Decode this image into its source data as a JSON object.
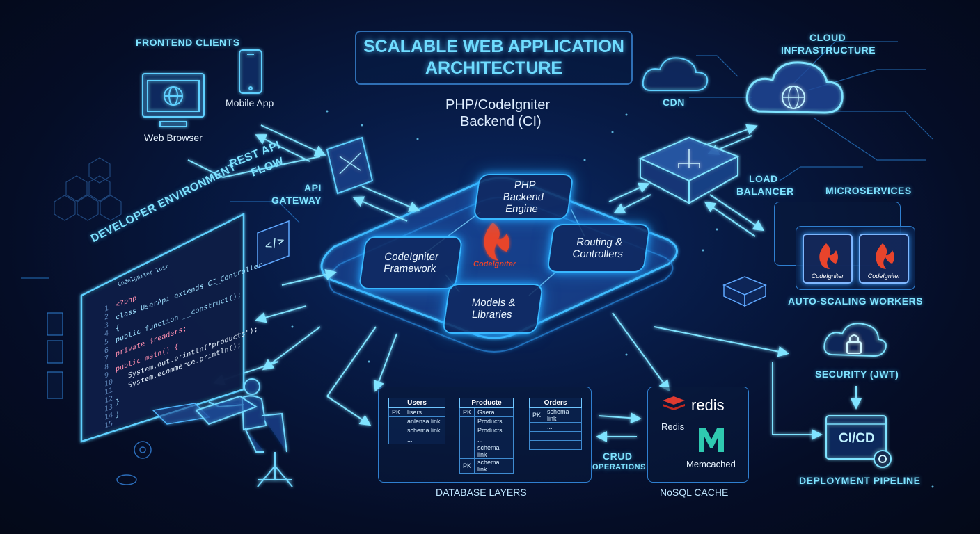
{
  "title": {
    "line1": "SCALABLE WEB APPLICATION",
    "line2": "ARCHITECTURE"
  },
  "subtitle": {
    "line1": "PHP/CodeIgniter",
    "line2": "Backend (CI)"
  },
  "frontend": {
    "header": "FRONTEND CLIENTS",
    "web_browser": "Web Browser",
    "mobile_app": "Mobile App"
  },
  "rest_api": {
    "line1": "REST API",
    "line2": "FLOW"
  },
  "api_gateway": {
    "line1": "API",
    "line2": "GATEWAY"
  },
  "core": {
    "php_engine": {
      "line1": "PHP",
      "line2": "Backend",
      "line3": "Engine"
    },
    "framework": {
      "line1": "CodeIgniter",
      "line2": "Framework"
    },
    "routing": {
      "line1": "Routing &",
      "line2": "Controllers"
    },
    "models": {
      "line1": "Models &",
      "line2": "Libraries"
    },
    "logo_text": "CodeIgniter"
  },
  "cloud": {
    "line1": "CLOUD",
    "line2": "INFRASTRUCTURE",
    "cdn": "CDN"
  },
  "load_balancer": {
    "line1": "LOAD",
    "line2": "BALANCER"
  },
  "microservices": {
    "header": "MICROSERVICES",
    "tile_label": "CodeIgniter",
    "footer": "AUTO-SCALING WORKERS"
  },
  "security": "SECURITY (JWT)",
  "cicd": {
    "label": "CI/CD",
    "footer": "DEPLOYMENT PIPELINE"
  },
  "developer": {
    "header": "DEVELOPER ENVIRONMENT",
    "tab": "CodeIgniter Init",
    "code_lines": [
      "<?php",
      "class UserApi extends CI_Controller",
      "{",
      "  public function __construct();",
      "  private $readers;",
      "  public main() {",
      "    System.out.println(\"products\");",
      "    System.ecommerce.println();",
      "  }",
      "}"
    ],
    "line_numbers": [
      "1",
      "2",
      "3",
      "4",
      "5",
      "6",
      "7",
      "8",
      "9",
      "10",
      "11",
      "12",
      "13",
      "14",
      "15"
    ]
  },
  "database": {
    "footer": "DATABASE LAYERS",
    "tables": [
      {
        "name": "Users",
        "pk": "PK",
        "rows": [
          "lisers",
          "anlensa link",
          "schema link",
          "..."
        ]
      },
      {
        "name": "Producte",
        "pk": "PK",
        "rows": [
          "Gsera",
          "Products",
          "Products",
          "...",
          "schema link",
          "schema link"
        ]
      },
      {
        "name": "Orders",
        "pk": "PK",
        "rows": [
          "schema link",
          "...",
          "",
          ""
        ]
      }
    ]
  },
  "crud": {
    "line1": "CRUD",
    "line2": "OPERATIONS"
  },
  "cache": {
    "footer": "NoSQL CACHE",
    "redis_logo": "redis",
    "redis": "Redis",
    "memcached": "Memcached"
  },
  "colors": {
    "accent": "#38b8ff",
    "title": "#6fdcff",
    "ci_red": "#e8442c",
    "background": "#050d26"
  }
}
